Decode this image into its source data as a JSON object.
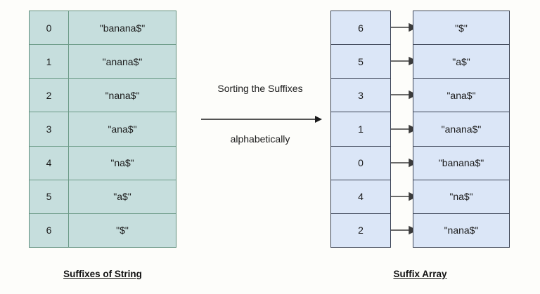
{
  "diagram": {
    "title_left": "Suffixes of String",
    "title_right": "Suffix Array",
    "background_color": "#fdfdfa",
    "left_table_fill": "#c6dedd",
    "left_table_border": "#6b9a86",
    "right_table_fill": "#dbe6f7",
    "right_table_border": "#3b4355"
  },
  "transform": {
    "label_top": "Sorting the Suffixes",
    "label_bottom": "alphabetically",
    "arrow_icon": "right-arrow-icon"
  },
  "suffixes_of_string": {
    "columns": [
      "index",
      "suffix"
    ],
    "rows": [
      {
        "index": "0",
        "suffix": "\"banana$\""
      },
      {
        "index": "1",
        "suffix": "\"anana$\""
      },
      {
        "index": "2",
        "suffix": "\"nana$\""
      },
      {
        "index": "3",
        "suffix": "\"ana$\""
      },
      {
        "index": "4",
        "suffix": "\"na$\""
      },
      {
        "index": "5",
        "suffix": "\"a$\""
      },
      {
        "index": "6",
        "suffix": "\"$\""
      }
    ]
  },
  "suffix_array": {
    "columns": [
      "index",
      "suffix"
    ],
    "rows": [
      {
        "index": "6",
        "suffix": "\"$\""
      },
      {
        "index": "5",
        "suffix": "\"a$\""
      },
      {
        "index": "3",
        "suffix": "\"ana$\""
      },
      {
        "index": "1",
        "suffix": "\"anana$\""
      },
      {
        "index": "0",
        "suffix": "\"banana$\""
      },
      {
        "index": "4",
        "suffix": "\"na$\""
      },
      {
        "index": "2",
        "suffix": "\"nana$\""
      }
    ]
  }
}
